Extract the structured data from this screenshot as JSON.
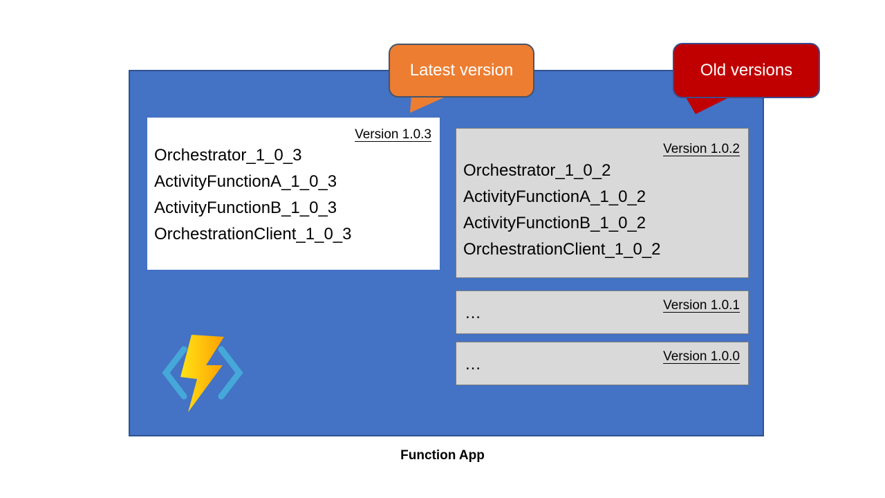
{
  "caption": "Function App",
  "callouts": {
    "latest": {
      "label": "Latest version"
    },
    "old": {
      "label": "Old versions"
    }
  },
  "version_boxes": [
    {
      "label": "Version 1.0.3",
      "functions": [
        "Orchestrator_1_0_3",
        "ActivityFunctionA_1_0_3",
        "ActivityFunctionB_1_0_3",
        "OrchestrationClient_1_0_3"
      ]
    },
    {
      "label": "Version 1.0.2",
      "functions": [
        "Orchestrator_1_0_2",
        "ActivityFunctionA_1_0_2",
        "ActivityFunctionB_1_0_2",
        "OrchestrationClient_1_0_2"
      ]
    },
    {
      "label": "Version 1.0.1",
      "functions": [
        "…"
      ]
    },
    {
      "label": "Version 1.0.0",
      "functions": [
        "…"
      ]
    }
  ],
  "icon": {
    "name": "azure-functions",
    "bracket_color": "#45A8D9",
    "bolt_gradient": [
      "#FFE317",
      "#FFA000"
    ]
  },
  "colors": {
    "container_fill": "#4472C4",
    "container_border": "#2F528F",
    "latest_fill": "#ED7D31",
    "latest_border": "#44546A",
    "old_fill": "#C00000",
    "old_border": "#3C4C8C",
    "box_white": "#FFFFFF",
    "box_gray": "#D9D9D9",
    "box_border": "#7F7F7F"
  }
}
